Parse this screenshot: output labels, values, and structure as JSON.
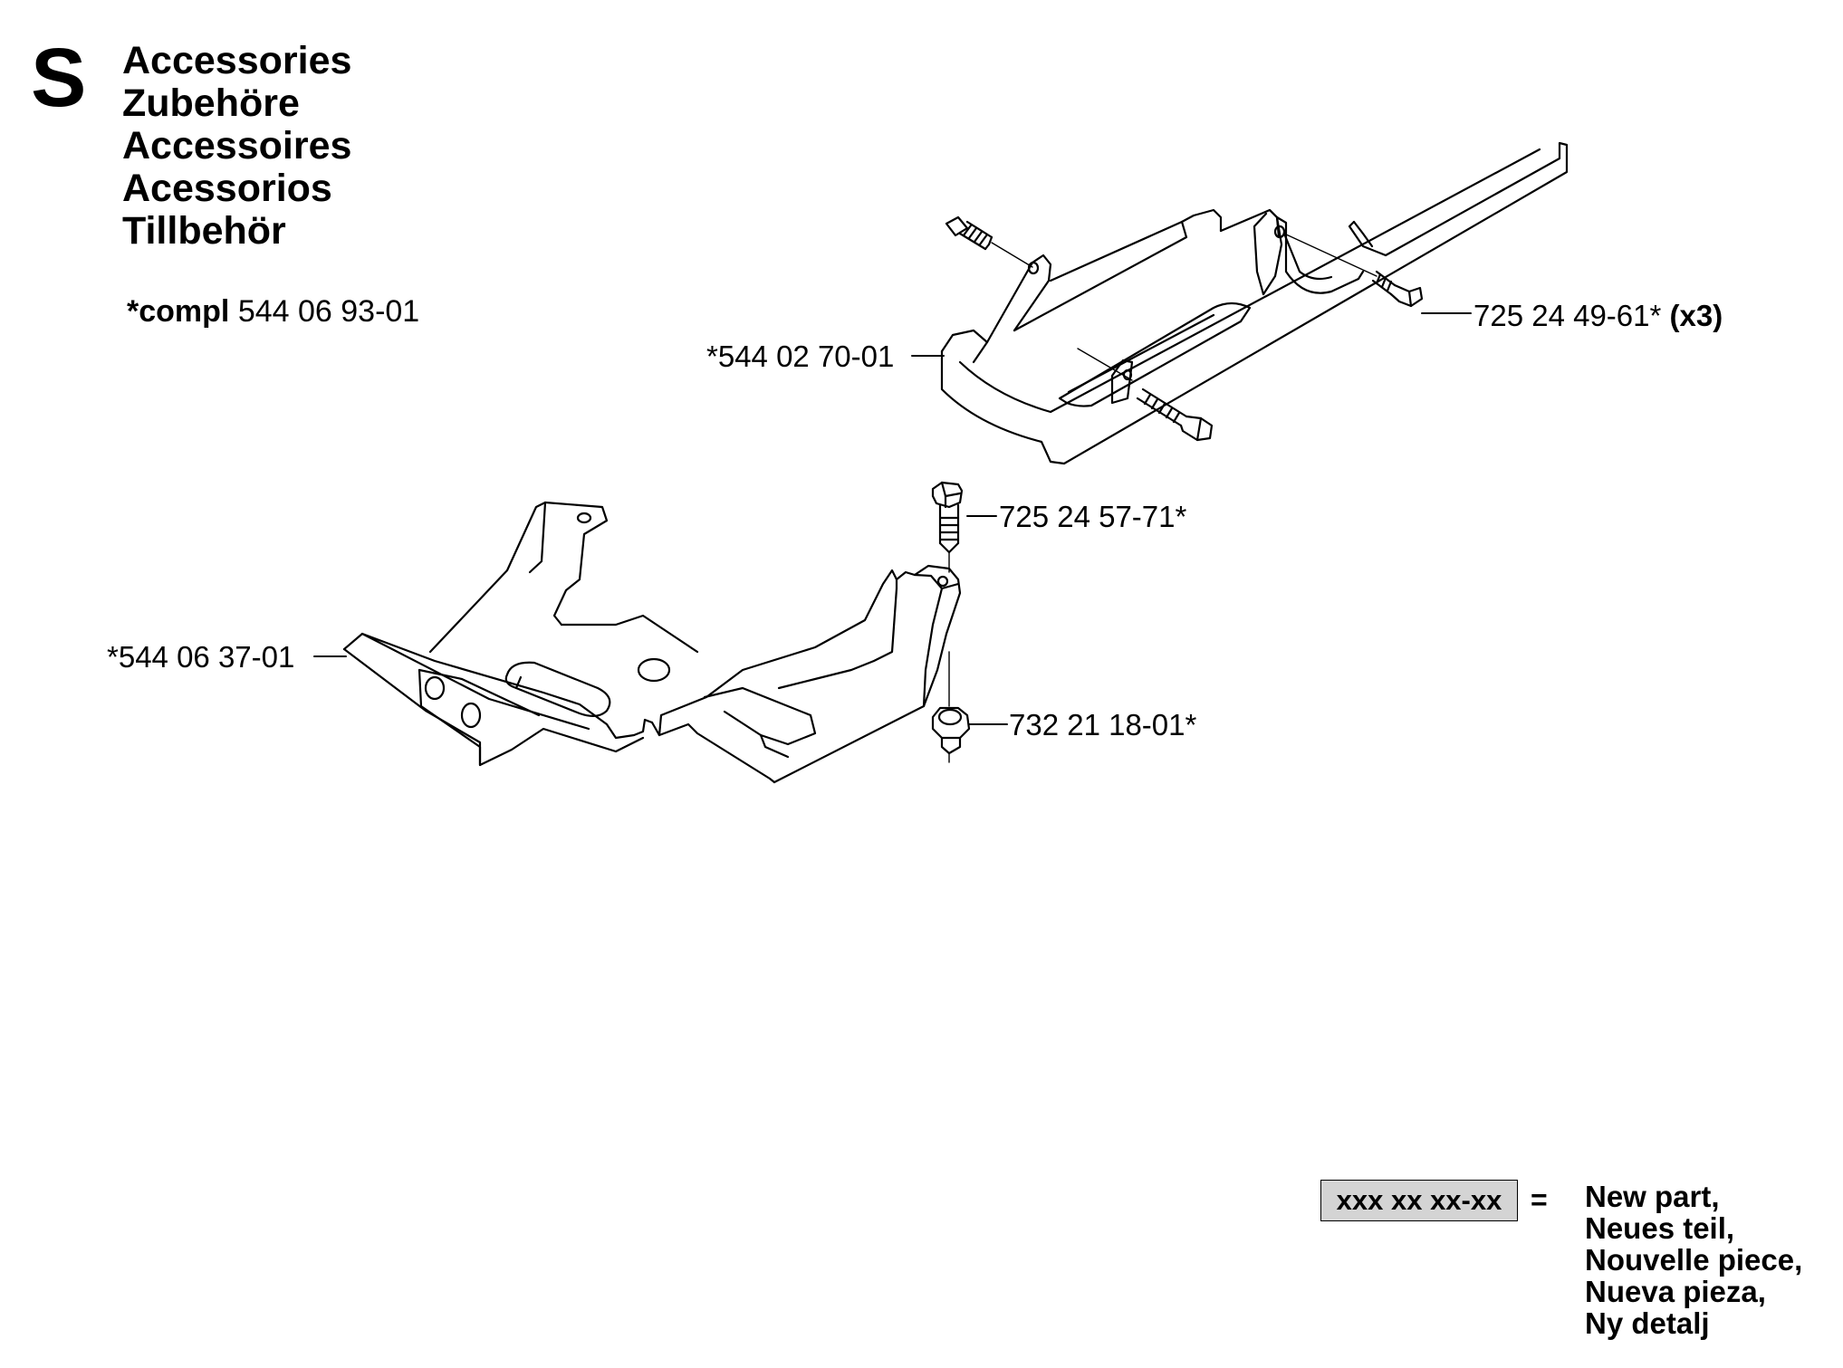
{
  "header": {
    "section_letter": "S",
    "titles": [
      "Accessories",
      "Zubehöre",
      "Accessoires",
      "Acessorios",
      "Tillbehör"
    ]
  },
  "compl": {
    "prefix": "*compl",
    "number": "544 06 93-01"
  },
  "labels": {
    "upper_bracket": "*544 02 70-01",
    "screw_x3": "725 24 49-61*",
    "screw_x3_qty": "(x3)",
    "bolt": "725 24 57-71*",
    "lower_bracket": "*544 06 37-01",
    "nut": "732 21 18-01*"
  },
  "legend": {
    "code": "xxx xx xx-xx",
    "equals": "=",
    "lines": [
      "New part,",
      "Neues teil,",
      "Nouvelle piece,",
      "Nueva pieza,",
      "Ny detalj"
    ]
  }
}
